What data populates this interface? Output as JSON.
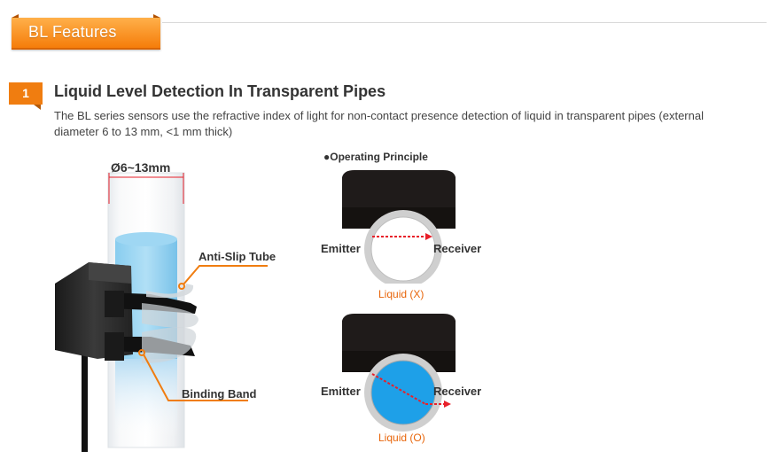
{
  "header": {
    "tab_label": "BL Features"
  },
  "section": {
    "number": "1",
    "title": "Liquid Level Detection In Transparent Pipes",
    "description": "The BL series sensors use the refractive index of light for non-contact presence detection of liquid in transparent pipes (external diameter 6 to 13 mm, <1 mm thick)"
  },
  "product_figure": {
    "diameter_label": "Ø6~13mm",
    "anti_slip_label": "Anti-Slip Tube",
    "binding_band_label": "Binding Band"
  },
  "principle": {
    "title": "●Operating Principle",
    "top": {
      "emitter": "Emitter",
      "receiver": "Receiver",
      "caption": "Liquid (X)"
    },
    "bottom": {
      "emitter": "Emitter",
      "receiver": "Receiver",
      "caption": "Liquid (O)"
    }
  },
  "colors": {
    "accent": "#f07d10",
    "liquid": "#1ea0e8",
    "beam": "#e8202a"
  }
}
